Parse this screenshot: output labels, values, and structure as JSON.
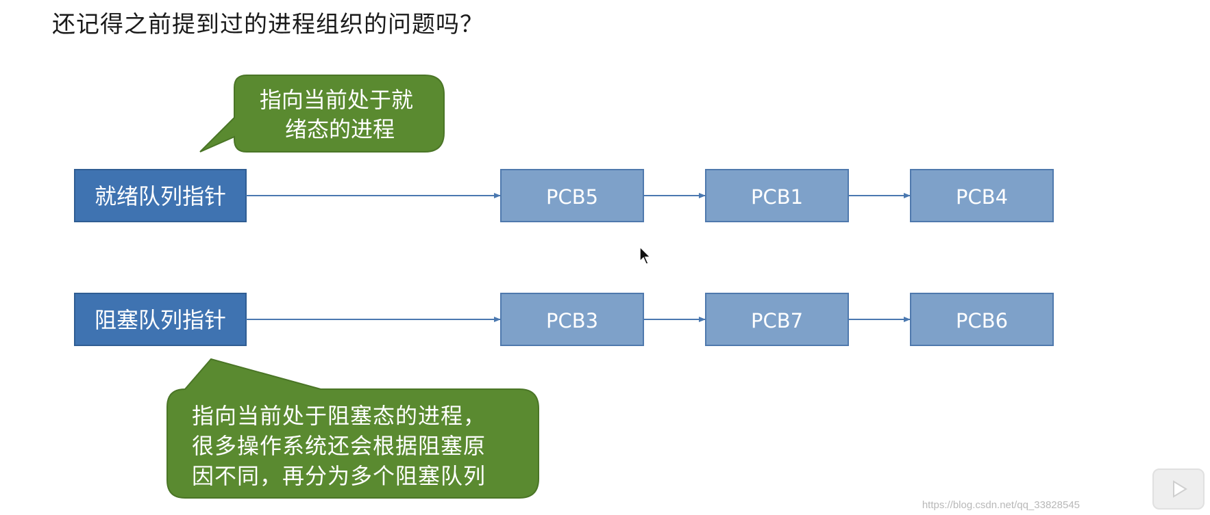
{
  "title": "还记得之前提到过的进程组织的问题吗？",
  "callouts": {
    "ready": [
      "指向当前处于就",
      "绪态的进程"
    ],
    "blocked": [
      "指向当前处于阻塞态的进程，",
      "很多操作系统还会根据阻塞原",
      "因不同，再分为多个阻塞队列"
    ]
  },
  "queues": [
    {
      "pointer_label": "就绪队列指针",
      "pcbs": [
        "PCB5",
        "PCB1",
        "PCB4"
      ]
    },
    {
      "pointer_label": "阻塞队列指针",
      "pcbs": [
        "PCB3",
        "PCB7",
        "PCB6"
      ]
    }
  ],
  "watermark": "https://blog.csdn.net/qq_33828545",
  "colors": {
    "pointer_box": "#3f73b1",
    "pcb_box": "#7ea1c9",
    "callout": "#5a8a30",
    "arrow": "#4a78b0"
  },
  "icons": {
    "cursor": "mouse-cursor-icon",
    "play": "play-icon"
  }
}
